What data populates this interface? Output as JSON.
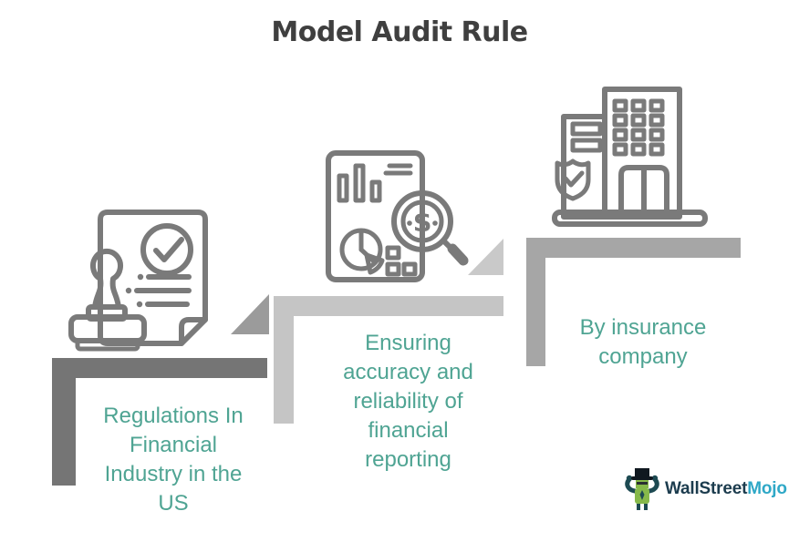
{
  "title": "Model Audit Rule",
  "steps": [
    {
      "icon": "stamp-approved-document-icon",
      "label": "Regulations In Financial Industry in the US",
      "lines": [
        "Regulations In",
        "Financial",
        "Industry in the",
        "US"
      ],
      "bar_color": "#757575",
      "arrow_color": "#9b9b9b"
    },
    {
      "icon": "financial-report-magnifier-icon",
      "icon_symbol": "$",
      "label": "Ensuring accuracy and reliability of financial reporting",
      "lines": [
        "Ensuring",
        "accuracy and",
        "reliability of",
        "financial",
        "reporting"
      ],
      "bar_color": "#c5c5c5",
      "arrow_color": "#c9c9c9"
    },
    {
      "icon": "insurance-company-building-icon",
      "label": "By insurance company",
      "lines": [
        "By insurance",
        "company"
      ],
      "bar_color": "#a6a6a6"
    }
  ],
  "colors": {
    "background": "#ffffff",
    "title_text": "#3f3f3f",
    "step_label_text": "#4fa493",
    "icon_stroke": "#7a7a7a"
  },
  "logo": {
    "brand": "WallStreetMojo",
    "text_primary": "WallStreet",
    "text_secondary": "Mojo",
    "color_primary": "#1c3c4e",
    "color_secondary": "#2fa8c7"
  }
}
